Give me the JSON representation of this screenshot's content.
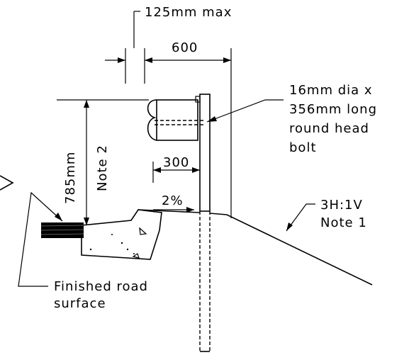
{
  "labels": {
    "bolt_offset_max": "125mm  max",
    "post_spacing": "600",
    "bolt_line1": "16mm dia x",
    "bolt_line2": "356mm long",
    "bolt_line3": "round head",
    "bolt_line4": "bolt",
    "height": "785mm",
    "height_note": "Note 2",
    "offset": "300",
    "cross_slope": "2%",
    "batter_slope": "3H:1V",
    "batter_note": "Note 1",
    "surface_line1": "Finished road",
    "surface_line2": "surface"
  }
}
